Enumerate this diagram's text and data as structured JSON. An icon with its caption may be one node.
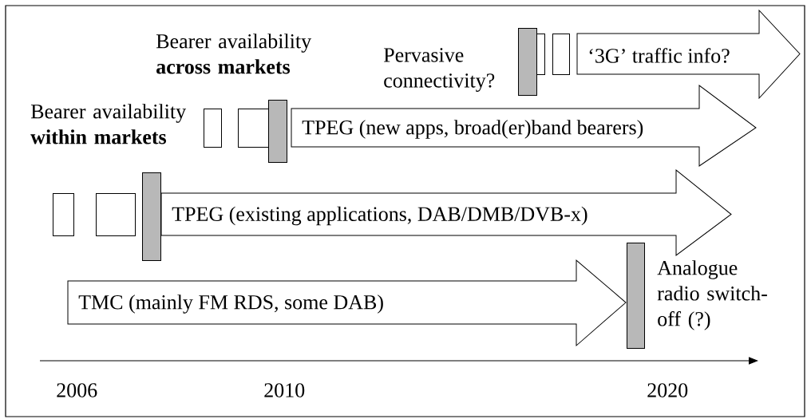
{
  "diagram": {
    "nodes": [
      {
        "text": [],
        "shape": "bar"
      },
      {
        "text": [],
        "shape": "box"
      },
      {
        "text": [],
        "shape": "box"
      },
      {
        "text": [
          "‘3G’ traffic info?"
        ]
      },
      {
        "text": [],
        "shape": "box"
      },
      {
        "text": [],
        "shape": "box"
      },
      {
        "text": [],
        "shape": "bar"
      },
      {
        "text": [
          "TPEG (new apps, broad(er)band bearers)"
        ]
      },
      {
        "text": [],
        "shape": "box"
      },
      {
        "text": [],
        "shape": "box"
      },
      {
        "text": [],
        "shape": "bar"
      },
      {
        "text": [
          "TPEG (existing applications, DAB/DMB/DVB-x)"
        ]
      },
      {
        "text": [
          "TMC (mainly FM RDS, some DAB)"
        ]
      },
      {
        "text": [],
        "shape": "bar"
      }
    ],
    "labels": [
      "Bearer availability **across markets**",
      "Pervasive connectivity?",
      "Bearer availability **within markets**",
      "Analogue radio switch-off (?)",
      "2006",
      "2010",
      "2020"
    ]
  }
}
